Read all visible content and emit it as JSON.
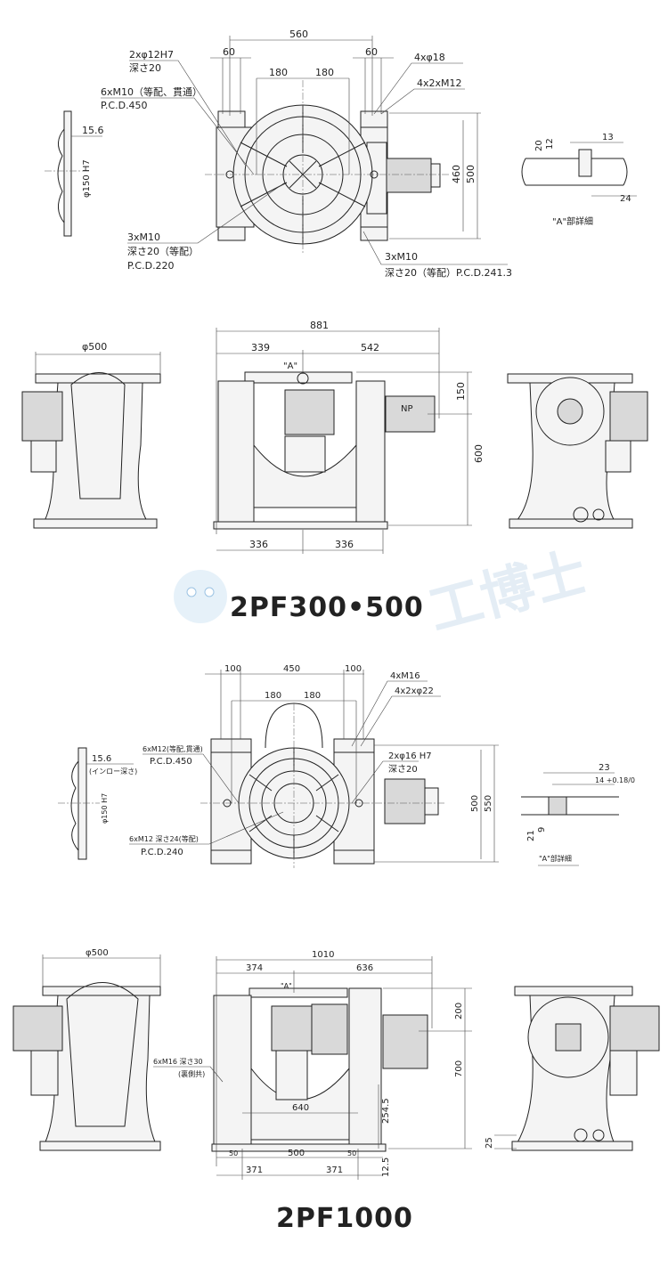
{
  "watermark": "工博士",
  "model_a": {
    "title": "2PF300•500",
    "top": {
      "d560": "560",
      "d60a": "60",
      "d60b": "60",
      "d180a": "180",
      "d180b": "180",
      "n1a": "2xφ12H7",
      "n1b": "深さ20",
      "n2a": "6xM10（等配、貫通）",
      "n2b": "P.C.D.450",
      "n3": "4xφ18",
      "n4": "4x2xM12",
      "d15": "15.6",
      "dphi": "φ150 H7",
      "d460": "460",
      "d500": "500",
      "n5a": "3xM10",
      "n5b": "深さ20（等配）",
      "n5c": "P.C.D.220",
      "n6a": "3xM10",
      "n6b": "深さ20（等配）P.C.D.241.3"
    },
    "detail": {
      "d20": "20",
      "d12": "12",
      "d13": "13",
      "d24": "24",
      "label": "\"A\"部詳細"
    },
    "side": {
      "dphi500": "φ500",
      "d881": "881",
      "d339": "339",
      "d542": "542",
      "a": "\"A\"",
      "d150": "150",
      "d600": "600",
      "d336a": "336",
      "d336b": "336",
      "np": "NP"
    }
  },
  "model_b": {
    "title": "2PF1000",
    "top": {
      "d100a": "100",
      "d450": "450",
      "d100b": "100",
      "d180a": "180",
      "d180b": "180",
      "n1": "4xM16",
      "n2": "4x2xφ22",
      "n3a": "6xM12(等配,貫通)",
      "n3b": "P.C.D.450",
      "d15": "15.6",
      "d15b": "(インロー深さ)",
      "dphi": "φ150 H7",
      "n4a": "2xφ16 H7",
      "n4b": "深さ20",
      "d500": "500",
      "d550": "550",
      "n5a": "6xM12 深さ24(等配)",
      "n5b": "P.C.D.240"
    },
    "detail": {
      "d23": "23",
      "d14": "14 +0.18/0",
      "d21": "21",
      "d9": "9",
      "label": "\"A\"部詳細"
    },
    "side": {
      "dphi500": "φ500",
      "d1010": "1010",
      "d374": "374",
      "d636": "636",
      "a": "\"A\"",
      "d200": "200",
      "d700": "700",
      "n1a": "6xM16 深さ30",
      "n1b": "(裏側共)",
      "d640": "640",
      "d254": "254.5",
      "d125": "12.5",
      "d25": "25",
      "d50a": "50",
      "d500": "500",
      "d50b": "50",
      "d371a": "371",
      "d371b": "371"
    }
  }
}
